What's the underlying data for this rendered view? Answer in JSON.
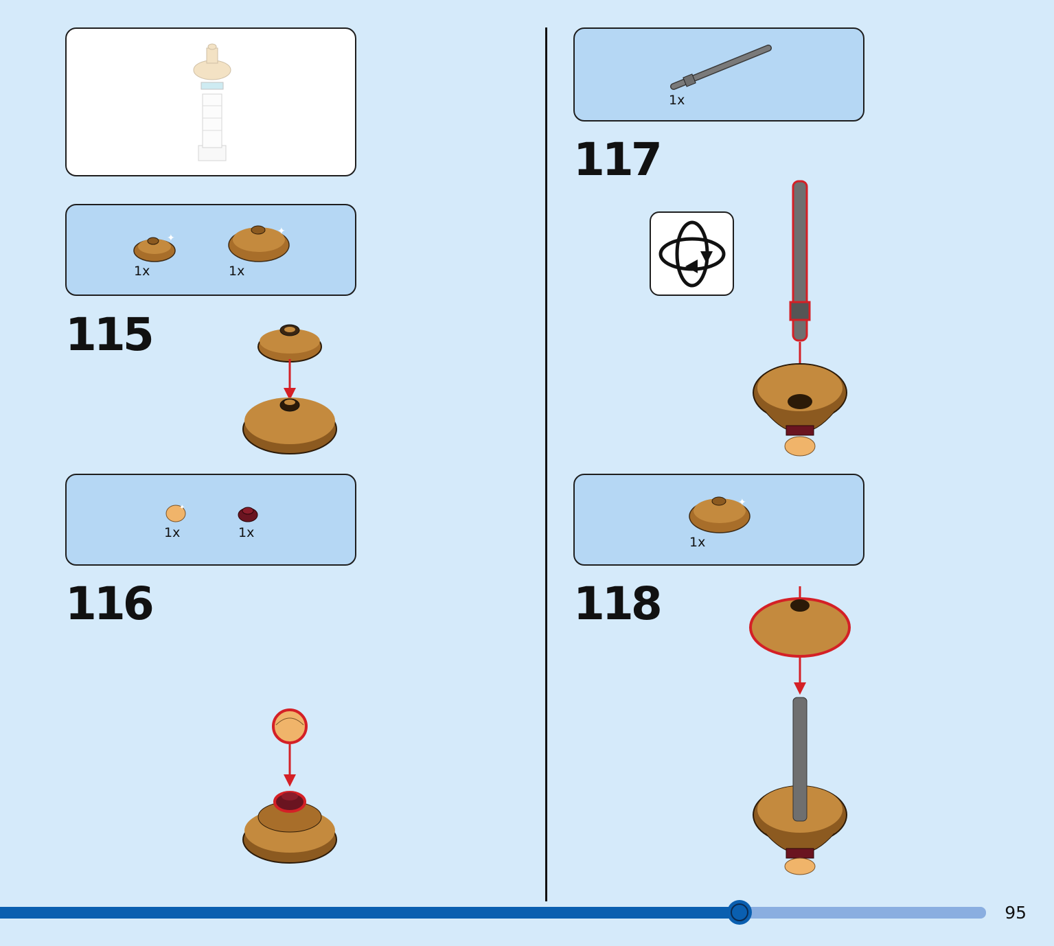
{
  "page": {
    "number": "95",
    "progress": 0.75
  },
  "colors": {
    "background": "#d5eafa",
    "parts_panel": "#b5d7f4",
    "progress_fill": "#0a5fb0",
    "progress_track": "#8aaee0",
    "callout_red": "#d42026",
    "wood": "#a86e2a",
    "pin_grey": "#6f6f6f"
  },
  "steps": [
    {
      "number": "115",
      "parts": [
        {
          "qty": "1x",
          "part": "small-dish"
        },
        {
          "qty": "1x",
          "part": "large-dish"
        }
      ]
    },
    {
      "number": "116",
      "parts": [
        {
          "qty": "1x",
          "part": "tan-cone-piece"
        },
        {
          "qty": "1x",
          "part": "dark-red-round-plate"
        }
      ]
    },
    {
      "number": "117",
      "parts": [
        {
          "qty": "1x",
          "part": "grey-axle-bar"
        }
      ],
      "icon": "rotate-model-icon"
    },
    {
      "number": "118",
      "parts": [
        {
          "qty": "1x",
          "part": "large-dish"
        }
      ]
    }
  ]
}
